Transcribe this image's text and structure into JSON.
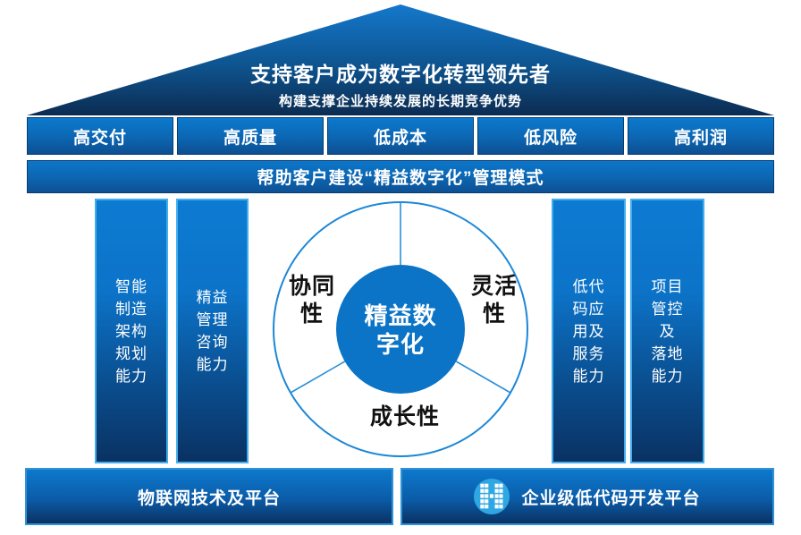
{
  "colors": {
    "roof_top_blue": "#1478cc",
    "roof_bottom_navy": "#0c2c52",
    "primary_blue": "#0b79ce",
    "dark_navy": "#0a3263",
    "pillar_border_blue": "#41aeee",
    "wheel_stroke_blue": "#1d87d6",
    "wheel_center_blue": "#0b74c6",
    "icon_circle_blue": "#2fa7e3",
    "sector_label_black": "#111111"
  },
  "roof": {
    "title": "支持客户成为数字化转型领先者",
    "subtitle": "构建支撑企业持续发展的长期竞争优势"
  },
  "benefits": [
    "高交付",
    "高质量",
    "低成本",
    "低风险",
    "高利润"
  ],
  "banner": "帮助客户建设“精益数字化”管理模式",
  "pillars": {
    "left": [
      [
        "智能",
        "制造",
        "架构",
        "规划",
        "能力"
      ],
      [
        "精益",
        "管理",
        "咨询",
        "能力"
      ]
    ],
    "right": [
      [
        "低代",
        "码应",
        "用及",
        "服务",
        "能力"
      ],
      [
        "项目",
        "管控",
        "及",
        "落地",
        "能力"
      ]
    ]
  },
  "wheel": {
    "center": [
      "精益数",
      "字化"
    ],
    "sector_left": [
      "协同",
      "性"
    ],
    "sector_right": [
      "灵活",
      "性"
    ],
    "sector_bottom": [
      "成长性"
    ]
  },
  "platforms": {
    "left": "物联网技术及平台",
    "right": "企业级低代码开发平台",
    "right_icon": "h-blocks-icon"
  }
}
